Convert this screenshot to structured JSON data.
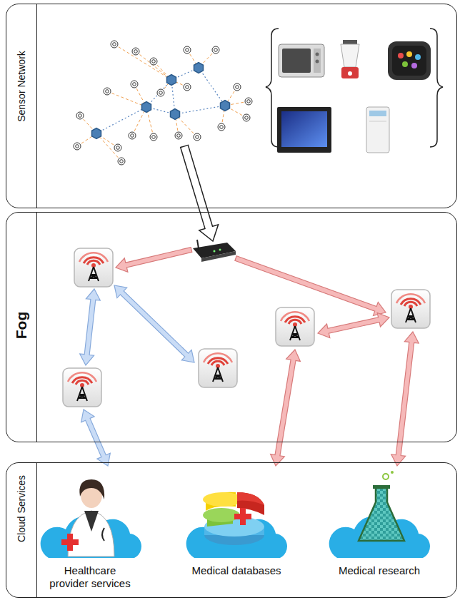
{
  "diagram": {
    "nodes": [
      {
        "text": [
          "Sensor Network"
        ]
      },
      {
        "text": [
          "Fog"
        ]
      },
      {
        "text": [
          "Cloud Services"
        ]
      },
      {
        "text": [
          "Healthcare provider services"
        ],
        "in": 2
      },
      {
        "text": [
          "Medical databases"
        ],
        "in": 2
      },
      {
        "text": [
          "Medical research"
        ],
        "in": 2
      }
    ],
    "edges": [
      {
        "from": 0,
        "to": 1,
        "arrow": "to"
      },
      {
        "from": 1,
        "to": 3,
        "arrow": "both"
      },
      {
        "from": 1,
        "to": 4,
        "arrow": "both"
      },
      {
        "from": 1,
        "to": 5,
        "arrow": "both"
      }
    ]
  }
}
